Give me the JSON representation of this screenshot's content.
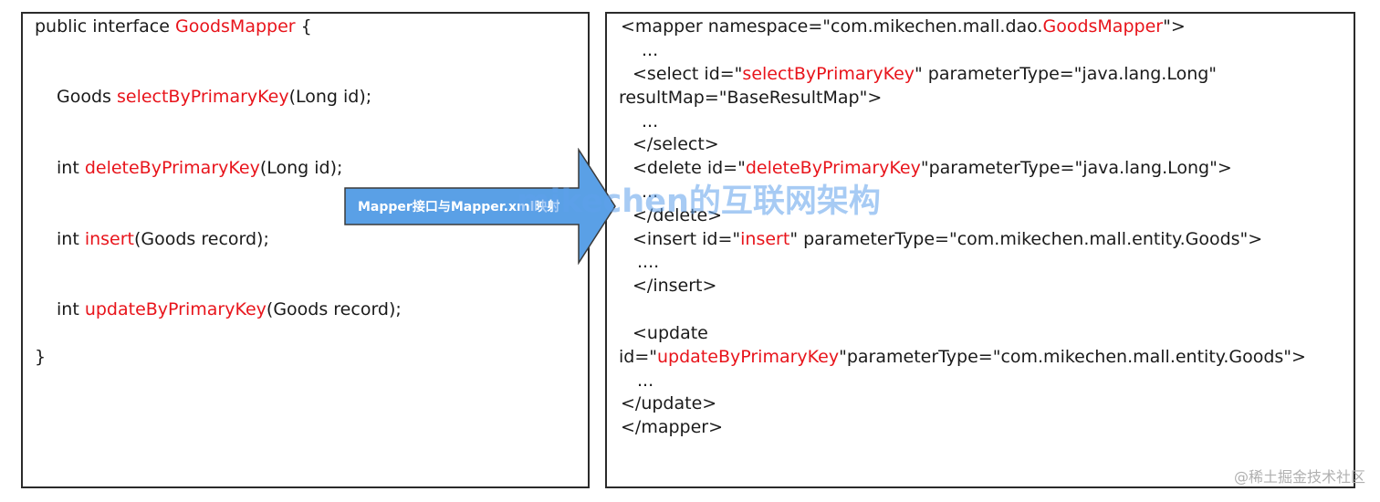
{
  "left": {
    "lines": [
      [
        {
          "t": "public interface "
        },
        {
          "t": "GoodsMapper",
          "red": true
        },
        {
          "t": " {"
        }
      ],
      [
        {
          "t": "Goods "
        },
        {
          "t": "selectByPrimaryKey",
          "red": true
        },
        {
          "t": "(Long id);"
        }
      ],
      [
        {
          "t": "int "
        },
        {
          "t": "deleteByPrimaryKey",
          "red": true
        },
        {
          "t": "(Long id);"
        }
      ],
      [
        {
          "t": "int "
        },
        {
          "t": "insert",
          "red": true
        },
        {
          "t": "(Goods record);"
        }
      ],
      [
        {
          "t": "int "
        },
        {
          "t": "updateByPrimaryKey",
          "red": true
        },
        {
          "t": "(Goods record);"
        }
      ],
      [
        {
          "t": "}"
        }
      ]
    ]
  },
  "right": {
    "lines": [
      [
        {
          "t": "<mapper namespace=\"com.mikechen.mall.dao."
        },
        {
          "t": "GoodsMapper",
          "red": true
        },
        {
          "t": "\">"
        }
      ],
      [
        {
          "t": "..."
        }
      ],
      [
        {
          "t": "<select id=\""
        },
        {
          "t": "selectByPrimaryKey",
          "red": true
        },
        {
          "t": "\" parameterType=\"java.lang.Long\""
        }
      ],
      [
        {
          "t": "resultMap=\"BaseResultMap\">"
        }
      ],
      [
        {
          "t": "..."
        }
      ],
      [
        {
          "t": "</select>"
        }
      ],
      [
        {
          "t": "<delete id=\""
        },
        {
          "t": "deleteByPrimaryKey",
          "red": true
        },
        {
          "t": "\"parameterType=\"java.lang.Long\">"
        }
      ],
      [
        {
          "t": "..."
        }
      ],
      [
        {
          "t": "</delete>"
        }
      ],
      [
        {
          "t": "<insert id=\""
        },
        {
          "t": "insert",
          "red": true
        },
        {
          "t": "\" parameterType=\"com.mikechen.mall.entity.Goods\">"
        }
      ],
      [
        {
          "t": "...."
        }
      ],
      [
        {
          "t": "</insert>"
        }
      ],
      [
        {
          "t": "<update"
        }
      ],
      [
        {
          "t": "id=\""
        },
        {
          "t": "updateByPrimaryKey",
          "red": true
        },
        {
          "t": "\"parameterType=\"com.mikechen.mall.entity.Goods\">"
        }
      ],
      [
        {
          "t": "..."
        }
      ],
      [
        {
          "t": "</update>"
        }
      ],
      [
        {
          "t": "</mapper>"
        }
      ]
    ]
  },
  "arrow": {
    "label": "Mapper接口与Mapper.xml映射",
    "fill": "#5aa0e6",
    "stroke": "#3a3a3a"
  },
  "watermark": {
    "center": "mikechen的互联网架构",
    "footer": "@稀土掘金技术社区"
  },
  "colors": {
    "highlight": "#e8141b",
    "text": "#1a1a1a"
  }
}
